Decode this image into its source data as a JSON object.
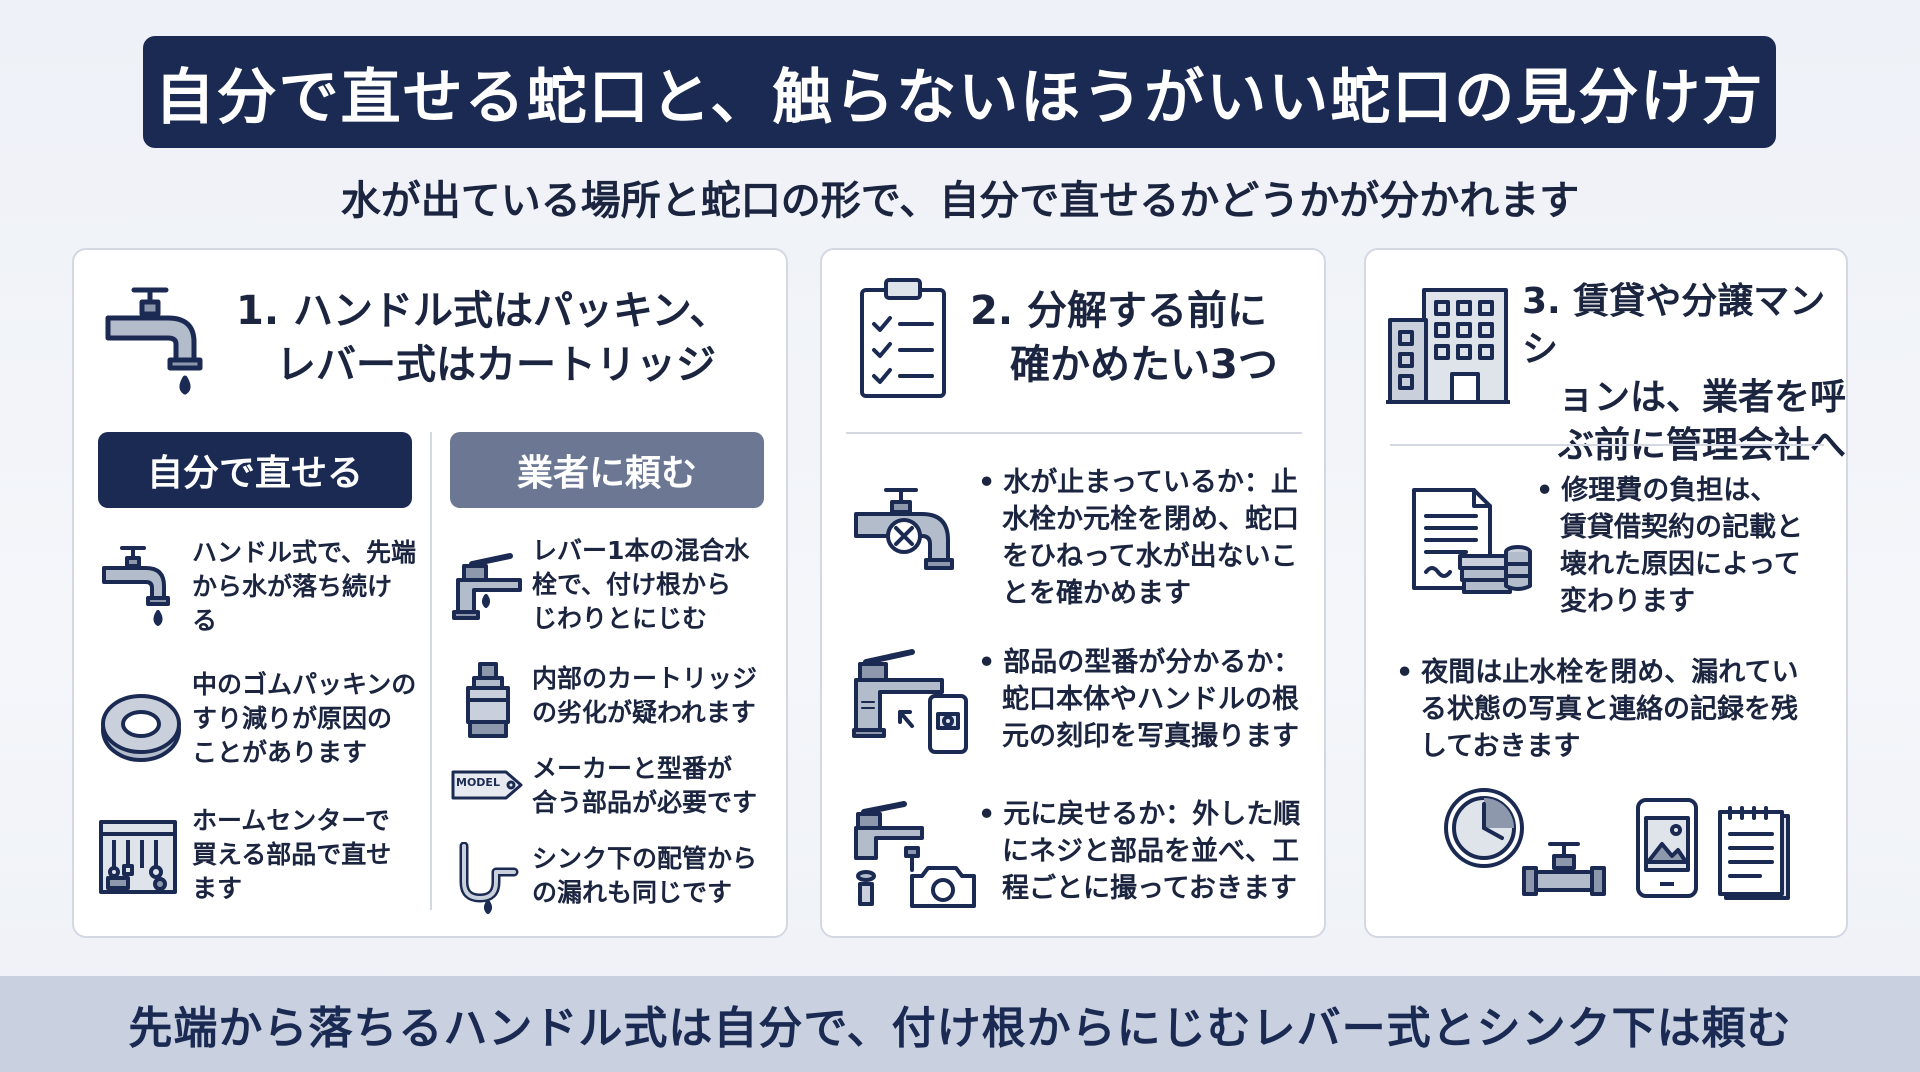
{
  "title": "自分で直せる蛇口と、触らないほうがいい蛇口の見分け方",
  "subtitle": "水が出ている場所と蛇口の形で、自分で直せるかどうかが分かれます",
  "panel1": {
    "heading_line1": "1. ハンドル式はパッキン、",
    "heading_line2": "レバー式はカートリッジ",
    "left_badge": "自分で直せる",
    "right_badge": "業者に頼む",
    "left_items": [
      {
        "icon": "dripping-faucet-icon",
        "lines": [
          "ハンドル式で、先端",
          "から水が落ち続け",
          "る"
        ]
      },
      {
        "icon": "rubber-washer-icon",
        "lines": [
          "中のゴムパッキンの",
          "すり減りが原因の",
          "ことがあります"
        ]
      },
      {
        "icon": "toolbox-icon",
        "lines": [
          "ホームセンターで",
          "買える部品で直せ",
          "ます"
        ]
      }
    ],
    "right_items": [
      {
        "icon": "lever-faucet-icon",
        "lines": [
          "レバー1本の混合水",
          "栓で、付け根から",
          "じわりとにじむ"
        ]
      },
      {
        "icon": "cartridge-icon",
        "lines": [
          "内部のカートリッジ",
          "の劣化が疑われます"
        ]
      },
      {
        "icon": "model-tag-icon",
        "tag_label": "MODEL",
        "lines": [
          "メーカーと型番が",
          "合う部品が必要です"
        ]
      },
      {
        "icon": "sink-pipe-icon",
        "lines": [
          "シンク下の配管から",
          "の漏れも同じです"
        ]
      }
    ]
  },
  "panel2": {
    "heading_line1": "2. 分解する前に",
    "heading_line2": "確かめたい3つ",
    "items": [
      {
        "icon": "faucet-off-icon",
        "lines": [
          "水が止まっているか：止",
          "水栓か元栓を閉め、蛇口",
          "をひねって水が出ないこ",
          "とを確かめます"
        ]
      },
      {
        "icon": "faucet-phone-photo-icon",
        "lines": [
          "部品の型番が分かるか：",
          "蛇口本体やハンドルの根",
          "元の刻印を写真撮ります"
        ]
      },
      {
        "icon": "parts-camera-icon",
        "lines": [
          "元に戻せるか：外した順",
          "にネジと部品を並べ、工",
          "程ごとに撮っておきます"
        ]
      }
    ]
  },
  "panel3": {
    "heading_lines": [
      "3. 賃貸や分譲マンシ",
      "ョンは、業者を呼",
      "ぶ前に管理会社へ"
    ],
    "item1_lines": [
      "修理費の負担は、",
      "賃貸借契約の記載と",
      "壊れた原因によって",
      "変わります"
    ],
    "item2_lines": [
      "夜間は止水栓を閉め、漏れてい",
      "る状態の写真と連絡の記録を残",
      "しておきます"
    ]
  },
  "footer": "先端から落ちるハンドル式は自分で、付け根からにじむレバー式とシンク下は頼む",
  "colors": {
    "navy": "#1b2a52",
    "slate": "#6b7793",
    "text": "#1c2540",
    "footer_bg": "#c9d1e0"
  }
}
